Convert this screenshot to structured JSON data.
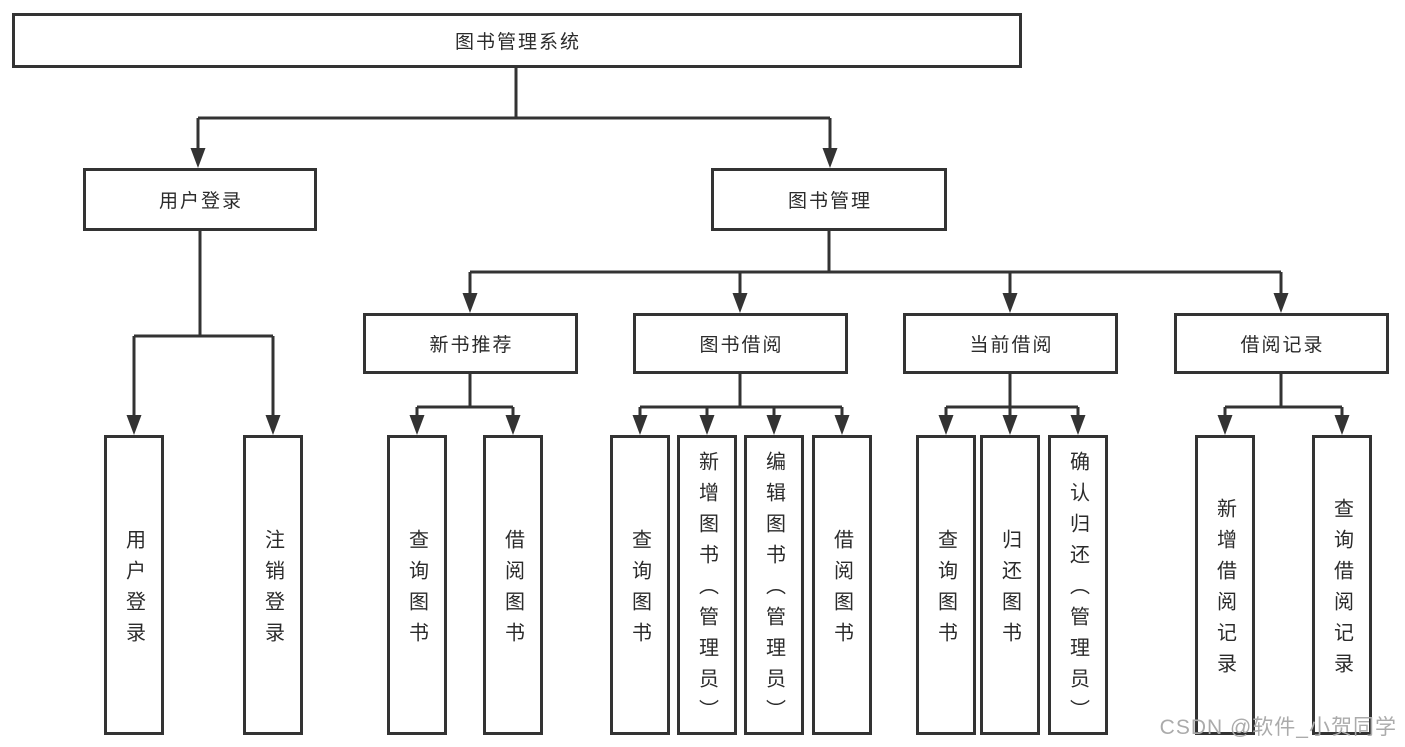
{
  "colors": {
    "line": "#333333",
    "text": "#2b2b2b",
    "background": "#ffffff",
    "watermark_text": "#ababab"
  },
  "watermark": "CSDN @软件_小贺同学",
  "tree": {
    "label": "图书管理系统",
    "children": [
      {
        "label": "用户登录",
        "children": [
          {
            "label": "用户登录"
          },
          {
            "label": "注销登录"
          }
        ]
      },
      {
        "label": "图书管理",
        "children": [
          {
            "label": "新书推荐",
            "children": [
              {
                "label": "查询图书"
              },
              {
                "label": "借阅图书"
              }
            ]
          },
          {
            "label": "图书借阅",
            "children": [
              {
                "label": "查询图书"
              },
              {
                "label": "新增图书（管理员）"
              },
              {
                "label": "编辑图书（管理员）"
              },
              {
                "label": "借阅图书"
              }
            ]
          },
          {
            "label": "当前借阅",
            "children": [
              {
                "label": "查询图书"
              },
              {
                "label": "归还图书"
              },
              {
                "label": "确认归还（管理员）"
              }
            ]
          },
          {
            "label": "借阅记录",
            "children": [
              {
                "label": "新增借阅记录"
              },
              {
                "label": "查询借阅记录"
              }
            ]
          }
        ]
      }
    ]
  }
}
